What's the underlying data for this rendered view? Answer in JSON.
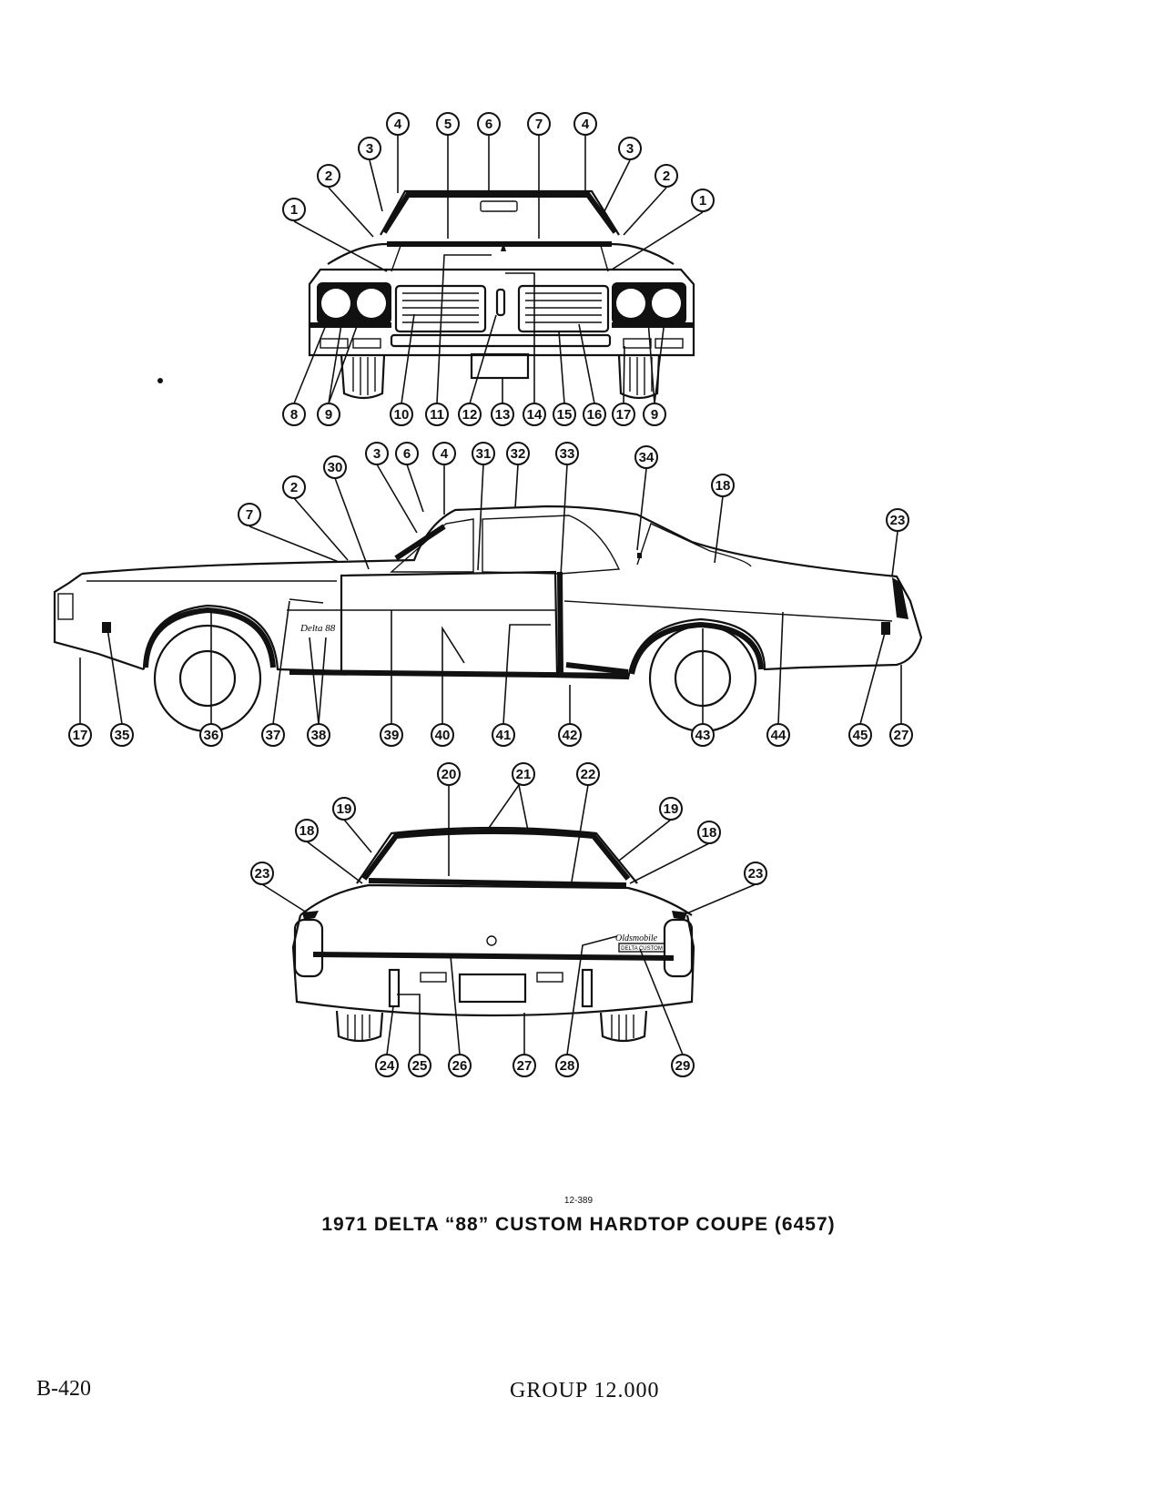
{
  "figure_number": "12-389",
  "caption": "1971 DELTA “88” CUSTOM HARDTOP COUPE (6457)",
  "page_id": "B-420",
  "group_label": "GROUP 12.000",
  "views": {
    "front": {
      "callouts": [
        "1",
        "2",
        "3",
        "4",
        "5",
        "6",
        "7",
        "4",
        "3",
        "2",
        "1",
        "8",
        "9",
        "10",
        "11",
        "12",
        "13",
        "14",
        "15",
        "16",
        "17",
        "9"
      ]
    },
    "side": {
      "callouts": [
        "3",
        "6",
        "4",
        "31",
        "32",
        "33",
        "34",
        "30",
        "2",
        "7",
        "18",
        "23",
        "17",
        "35",
        "36",
        "37",
        "38",
        "39",
        "40",
        "41",
        "42",
        "43",
        "44",
        "45",
        "27"
      ],
      "script_badge": "Delta 88"
    },
    "rear": {
      "callouts": [
        "20",
        "21",
        "22",
        "19",
        "19",
        "18",
        "18",
        "23",
        "23",
        "24",
        "25",
        "26",
        "27",
        "28",
        "29"
      ],
      "script_badge": "Oldsmobile",
      "nameplate": "DELTA CUSTOM"
    }
  }
}
